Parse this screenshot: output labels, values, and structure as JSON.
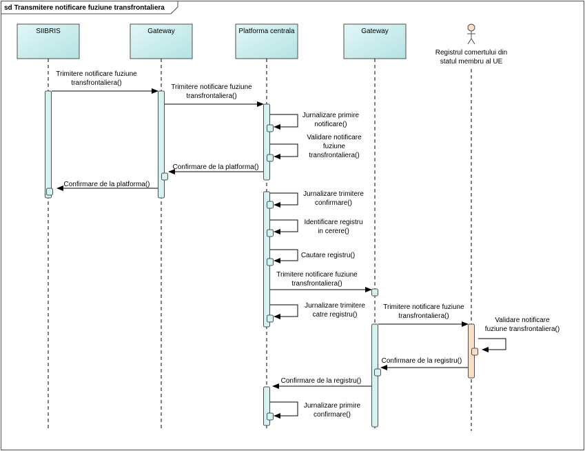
{
  "frame": {
    "title": "sd Transmitere notificare fuziune transfrontaliera"
  },
  "lifelines": [
    {
      "id": "siibris",
      "label": [
        "SIIBRIS"
      ],
      "kind": "box"
    },
    {
      "id": "gw1",
      "label": [
        "Gateway"
      ],
      "kind": "box"
    },
    {
      "id": "pc",
      "label": [
        "Platforma centrala"
      ],
      "kind": "box"
    },
    {
      "id": "gw2",
      "label": [
        "Gateway"
      ],
      "kind": "box"
    },
    {
      "id": "reg",
      "label": [
        "Registrul comertului din",
        "statul membru al UE"
      ],
      "kind": "actor"
    }
  ],
  "messages": [
    {
      "from": "siibris",
      "to": "gw1",
      "label": [
        "Trimitere notificare fuziune",
        "transfrontaliera()"
      ],
      "type": "sync"
    },
    {
      "from": "gw1",
      "to": "pc",
      "label": [
        "Trimitere notificare fuziune",
        "transfrontaliera()"
      ],
      "type": "sync"
    },
    {
      "from": "pc",
      "to": "pc",
      "label": [
        "Jurnalizare primire",
        "notificare()"
      ],
      "type": "self"
    },
    {
      "from": "pc",
      "to": "pc",
      "label": [
        "Validare notificare",
        "fuziune",
        "transfrontaliera()"
      ],
      "type": "self"
    },
    {
      "from": "pc",
      "to": "gw1",
      "label": [
        "Confirmare de la platforma()"
      ],
      "type": "sync"
    },
    {
      "from": "gw1",
      "to": "siibris",
      "label": [
        "Confirmare de la platforma()"
      ],
      "type": "sync"
    },
    {
      "from": "pc",
      "to": "pc",
      "label": [
        "Jurnalizare trimitere",
        "confirmare()"
      ],
      "type": "self"
    },
    {
      "from": "pc",
      "to": "pc",
      "label": [
        "Identificare registru",
        "in cerere()"
      ],
      "type": "self"
    },
    {
      "from": "pc",
      "to": "pc",
      "label": [
        "Cautare registru()"
      ],
      "type": "self"
    },
    {
      "from": "pc",
      "to": "gw2",
      "label": [
        "Trimitere notificare fuziune",
        "transfrontaliera()"
      ],
      "type": "sync"
    },
    {
      "from": "pc",
      "to": "pc",
      "label": [
        "Jurnalizare trimitere",
        "catre registru()"
      ],
      "type": "self"
    },
    {
      "from": "gw2",
      "to": "reg",
      "label": [
        "Trimitere notificare fuziune",
        "transfrontaliera()"
      ],
      "type": "sync"
    },
    {
      "from": "reg",
      "to": "reg",
      "label": [
        "Validare notificare",
        "fuziune transfrontaliera()"
      ],
      "type": "self"
    },
    {
      "from": "reg",
      "to": "gw2",
      "label": [
        "Confirmare de la registru()"
      ],
      "type": "sync"
    },
    {
      "from": "gw2",
      "to": "pc",
      "label": [
        "Confirmare de la registru()"
      ],
      "type": "sync"
    },
    {
      "from": "pc",
      "to": "pc",
      "label": [
        "Jurnalizare primire",
        "confirmare()"
      ],
      "type": "self"
    }
  ],
  "colors": {
    "lifeline_fill": "#c6ecec",
    "lifeline_stroke": "#4d4d4d",
    "activation_fill": "#d4f2f2",
    "actor_activation_fill": "#f7dec4",
    "actor_fill": "#f7dec4",
    "line": "#000000"
  }
}
